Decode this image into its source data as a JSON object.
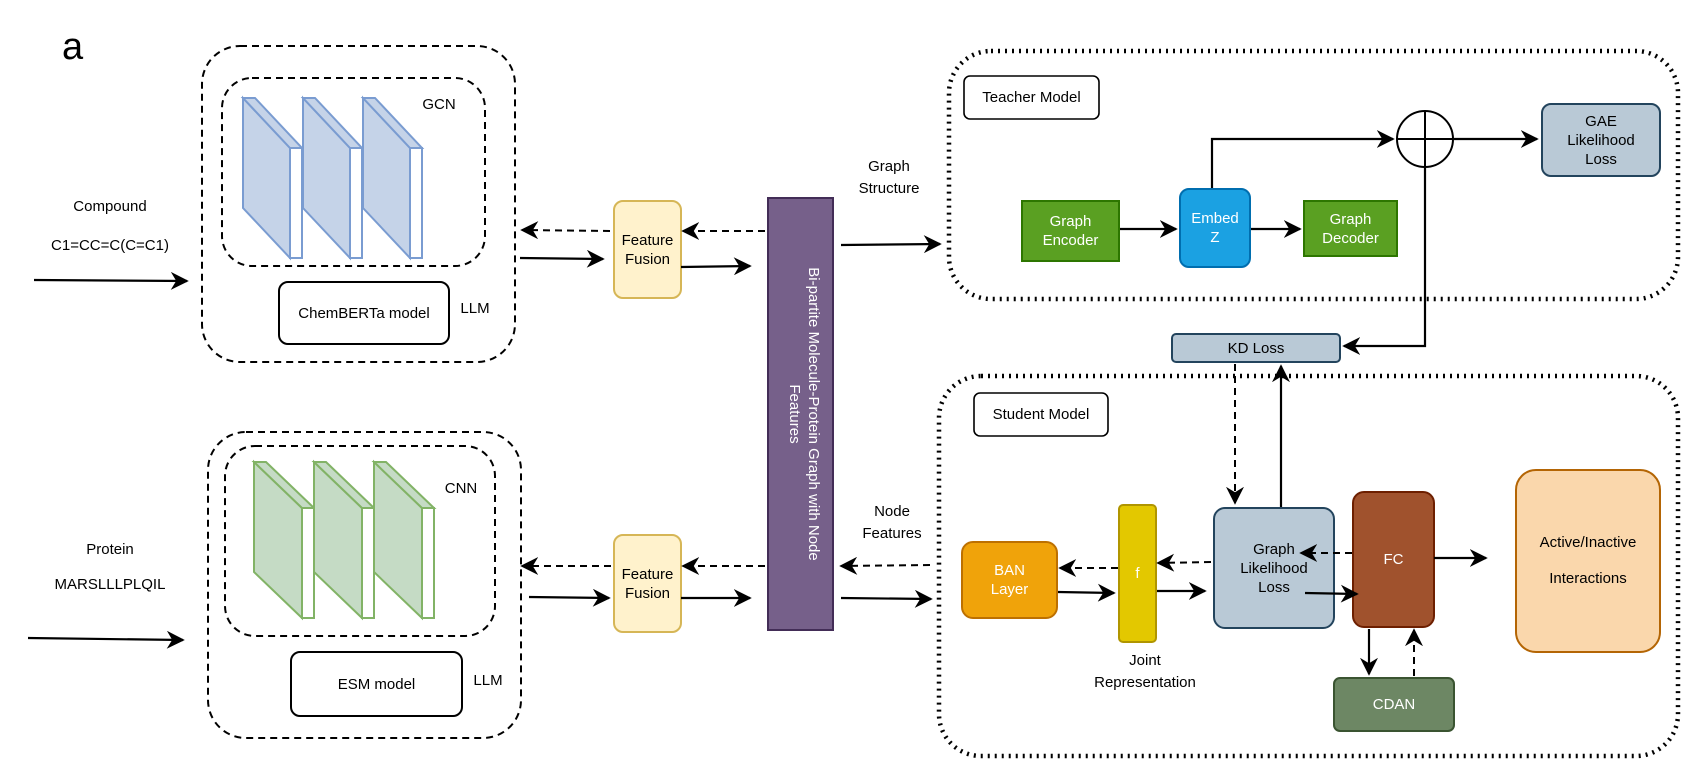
{
  "panel_label": "a",
  "inputs": {
    "compound_title": "Compound",
    "compound_value": "C1=CC=C(C=C1)",
    "protein_title": "Protein",
    "protein_value": "MARSLLLPLQIL"
  },
  "compound_branch": {
    "gcn_label": "GCN",
    "chemberta_label": "ChemBERTa model",
    "llm_label": "LLM",
    "fusion_label": "Feature Fusion"
  },
  "protein_branch": {
    "cnn_label": "CNN",
    "esm_label": "ESM model",
    "llm_label": "LLM",
    "fusion_label": "Feature Fusion"
  },
  "graph_bar_label": "Bi-partite Molecule-Protein Graph with Node Features",
  "edge_labels": {
    "graph_structure": "Graph Structure",
    "node_features": "Node Features",
    "joint_representation": "Joint Representation"
  },
  "teacher": {
    "title": "Teacher Model",
    "graph_encoder": "Graph Encoder",
    "embed_z": "Embed Z",
    "graph_decoder": "Graph Decoder",
    "gae_loss": "GAE Likelihood Loss"
  },
  "kd_loss": "KD Loss",
  "student": {
    "title": "Student Model",
    "ban_layer": "BAN Layer",
    "f_node": "f",
    "graph_likelihood_loss": "Graph Likelihood Loss",
    "fc": "FC",
    "cdan": "CDAN",
    "output": "Active/Inactive Interactions"
  },
  "colors": {
    "green": "#5aa022",
    "blue": "#1ba1e2",
    "slate": "#b9c9d6",
    "purple": "#76608a",
    "cream": "#fff2cc",
    "orange": "#f0a30a",
    "yellow": "#e3c800",
    "brown": "#a0522d",
    "sage": "#6d8764",
    "peach": "#fad7ac",
    "gcn_fill": "#c5d3e8",
    "cnn_fill": "#c5dbc5"
  }
}
